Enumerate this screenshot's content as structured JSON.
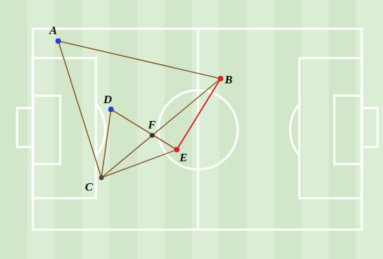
{
  "diagram": {
    "labels": [
      "A",
      "B",
      "D",
      "F",
      "E",
      "C"
    ]
  }
}
